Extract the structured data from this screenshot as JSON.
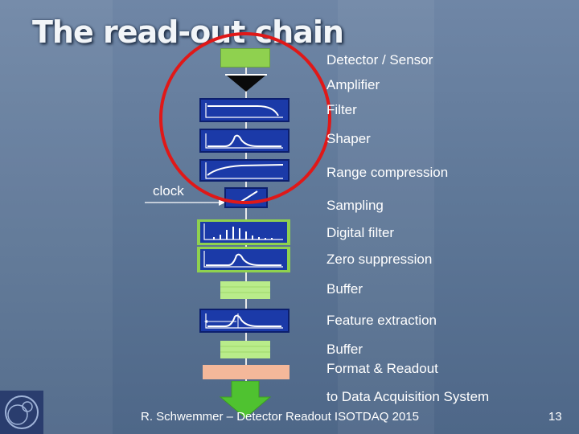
{
  "slide": {
    "title": "The read-out chain",
    "clock_label": "clock",
    "footer": "R. Schwemmer – Detector Readout ISOTDAQ 2015",
    "page_number": "13"
  },
  "chain": {
    "stages": [
      "Detector / Sensor",
      "Amplifier",
      "Filter",
      "Shaper",
      "Range compression",
      "Sampling",
      "Digital filter",
      "Zero suppression",
      "Buffer",
      "Feature extraction",
      "Buffer",
      "Format & Readout",
      "to Data Acquisition System"
    ]
  },
  "colors": {
    "block_blue": "#1b3aa8",
    "sensor_green": "#8fd14f",
    "buffer_green": "#b9ec8a",
    "readout_peach": "#f4b89a",
    "highlight_red": "#e01818",
    "arrow_green": "#4fc230"
  }
}
